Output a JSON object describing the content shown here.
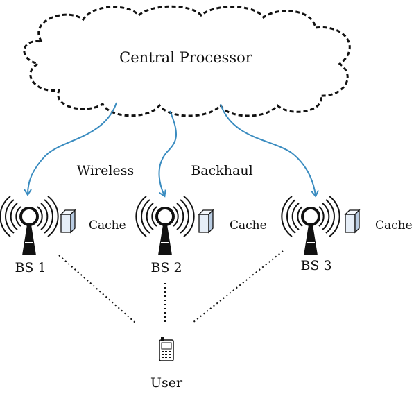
{
  "cloud": {
    "label": "Central Processor"
  },
  "links": {
    "left_label": "Wireless",
    "right_label": "Backhaul"
  },
  "base_stations": [
    {
      "label": "BS 1",
      "cache_label": "Cache"
    },
    {
      "label": "BS 2",
      "cache_label": "Cache"
    },
    {
      "label": "BS 3",
      "cache_label": "Cache"
    }
  ],
  "user": {
    "label": "User"
  },
  "colors": {
    "arrow": "#3a8cc0",
    "cache_fill": "#dce6f1",
    "line": "#111111"
  },
  "icons": {
    "base_station": "antenna-tower-icon",
    "cache": "cube-icon",
    "user": "mobile-phone-icon"
  }
}
